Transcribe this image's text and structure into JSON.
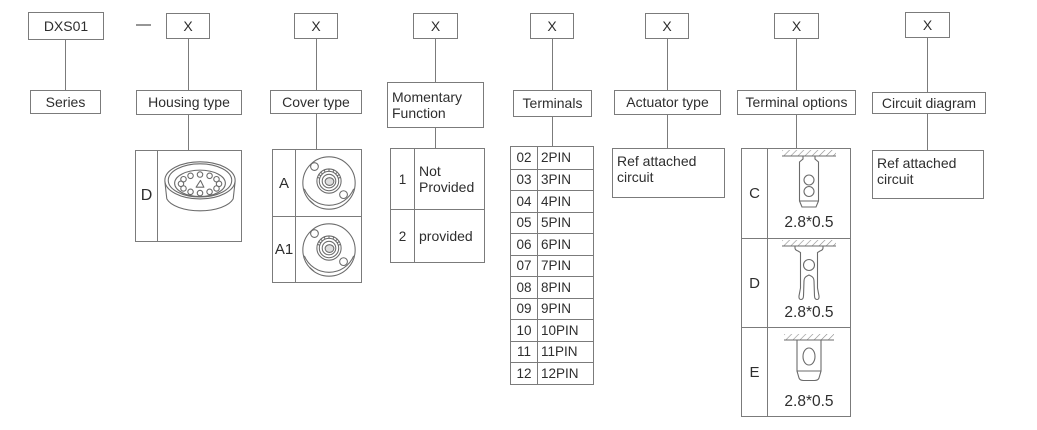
{
  "code": {
    "series_value": "DXS01",
    "separator": "—",
    "placeholder": "X"
  },
  "sections": {
    "series": {
      "label": "Series"
    },
    "housing": {
      "label": "Housing type",
      "rows": [
        {
          "code": "D",
          "icon": "round-housing-drawing"
        }
      ]
    },
    "cover": {
      "label": "Cover type",
      "rows": [
        {
          "code": "A",
          "icon": "round-cover-drawing"
        },
        {
          "code": "A1",
          "icon": "round-cover-drawing"
        }
      ]
    },
    "momentary": {
      "label": "Momentary Function",
      "rows": [
        {
          "code": "1",
          "text": "Not Provided"
        },
        {
          "code": "2",
          "text": "provided"
        }
      ]
    },
    "terminals": {
      "label": "Terminals",
      "rows": [
        {
          "code": "02",
          "text": "2PIN"
        },
        {
          "code": "03",
          "text": "3PIN"
        },
        {
          "code": "04",
          "text": "4PIN"
        },
        {
          "code": "05",
          "text": "5PIN"
        },
        {
          "code": "06",
          "text": "6PIN"
        },
        {
          "code": "07",
          "text": "7PIN"
        },
        {
          "code": "08",
          "text": "8PIN"
        },
        {
          "code": "09",
          "text": "9PIN"
        },
        {
          "code": "10",
          "text": "10PIN"
        },
        {
          "code": "11",
          "text": "11PIN"
        },
        {
          "code": "12",
          "text": "12PIN"
        }
      ]
    },
    "actuator": {
      "label": "Actuator type",
      "note": "Ref attached circuit"
    },
    "terminal_options": {
      "label": "Terminal options",
      "rows": [
        {
          "code": "C",
          "dim": "2.8*0.5",
          "icon": "two-hole-tab-terminal"
        },
        {
          "code": "D",
          "dim": "2.8*0.5",
          "icon": "fork-tab-terminal"
        },
        {
          "code": "E",
          "dim": "2.8*0.5",
          "icon": "oval-hole-tab-terminal"
        }
      ]
    },
    "circuit": {
      "label": "Circuit diagram",
      "note": "Ref attached circuit"
    }
  },
  "colors": {
    "line": "#7b7b7b",
    "text": "#2e2e2e",
    "background": "#ffffff"
  }
}
